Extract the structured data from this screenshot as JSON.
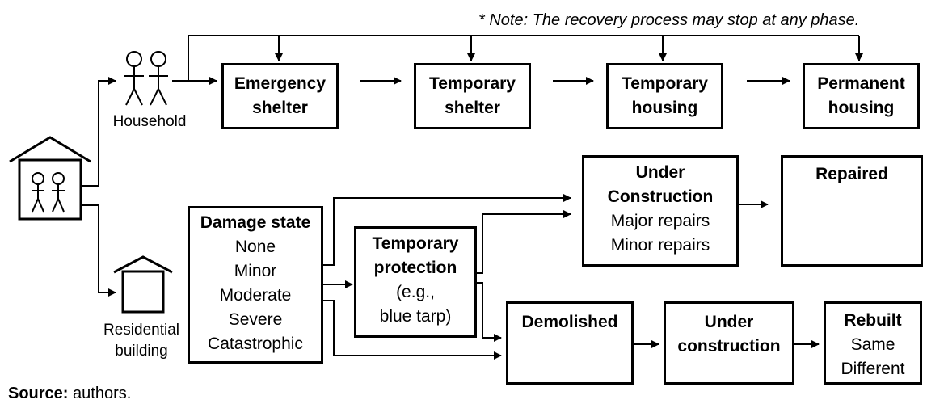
{
  "note": "* Note: The recovery process may stop at any phase.",
  "actors": {
    "household": "Household",
    "residential_line1": "Residential",
    "residential_line2": "building"
  },
  "household_phases": [
    {
      "line1": "Emergency",
      "line2": "shelter"
    },
    {
      "line1": "Temporary",
      "line2": "shelter"
    },
    {
      "line1": "Temporary",
      "line2": "housing"
    },
    {
      "line1": "Permanent",
      "line2": "housing"
    }
  ],
  "damage_state": {
    "title": "Damage state",
    "items": [
      "None",
      "Minor",
      "Moderate",
      "Severe",
      "Catastrophic"
    ]
  },
  "temporary_protection": {
    "line1": "Temporary",
    "line2": "protection",
    "line3": "(e.g.,",
    "line4": "blue tarp)"
  },
  "under_construction_repair": {
    "line1": "Under",
    "line2": "Construction",
    "items": [
      "Major repairs",
      "Minor repairs"
    ]
  },
  "repaired": "Repaired",
  "demolished": "Demolished",
  "under_construction_rebuild": {
    "line1": "Under",
    "line2": "construction"
  },
  "rebuilt": {
    "title": "Rebuilt",
    "items": [
      "Same",
      "Different"
    ]
  },
  "source": {
    "label": "Source:",
    "text": " authors."
  }
}
